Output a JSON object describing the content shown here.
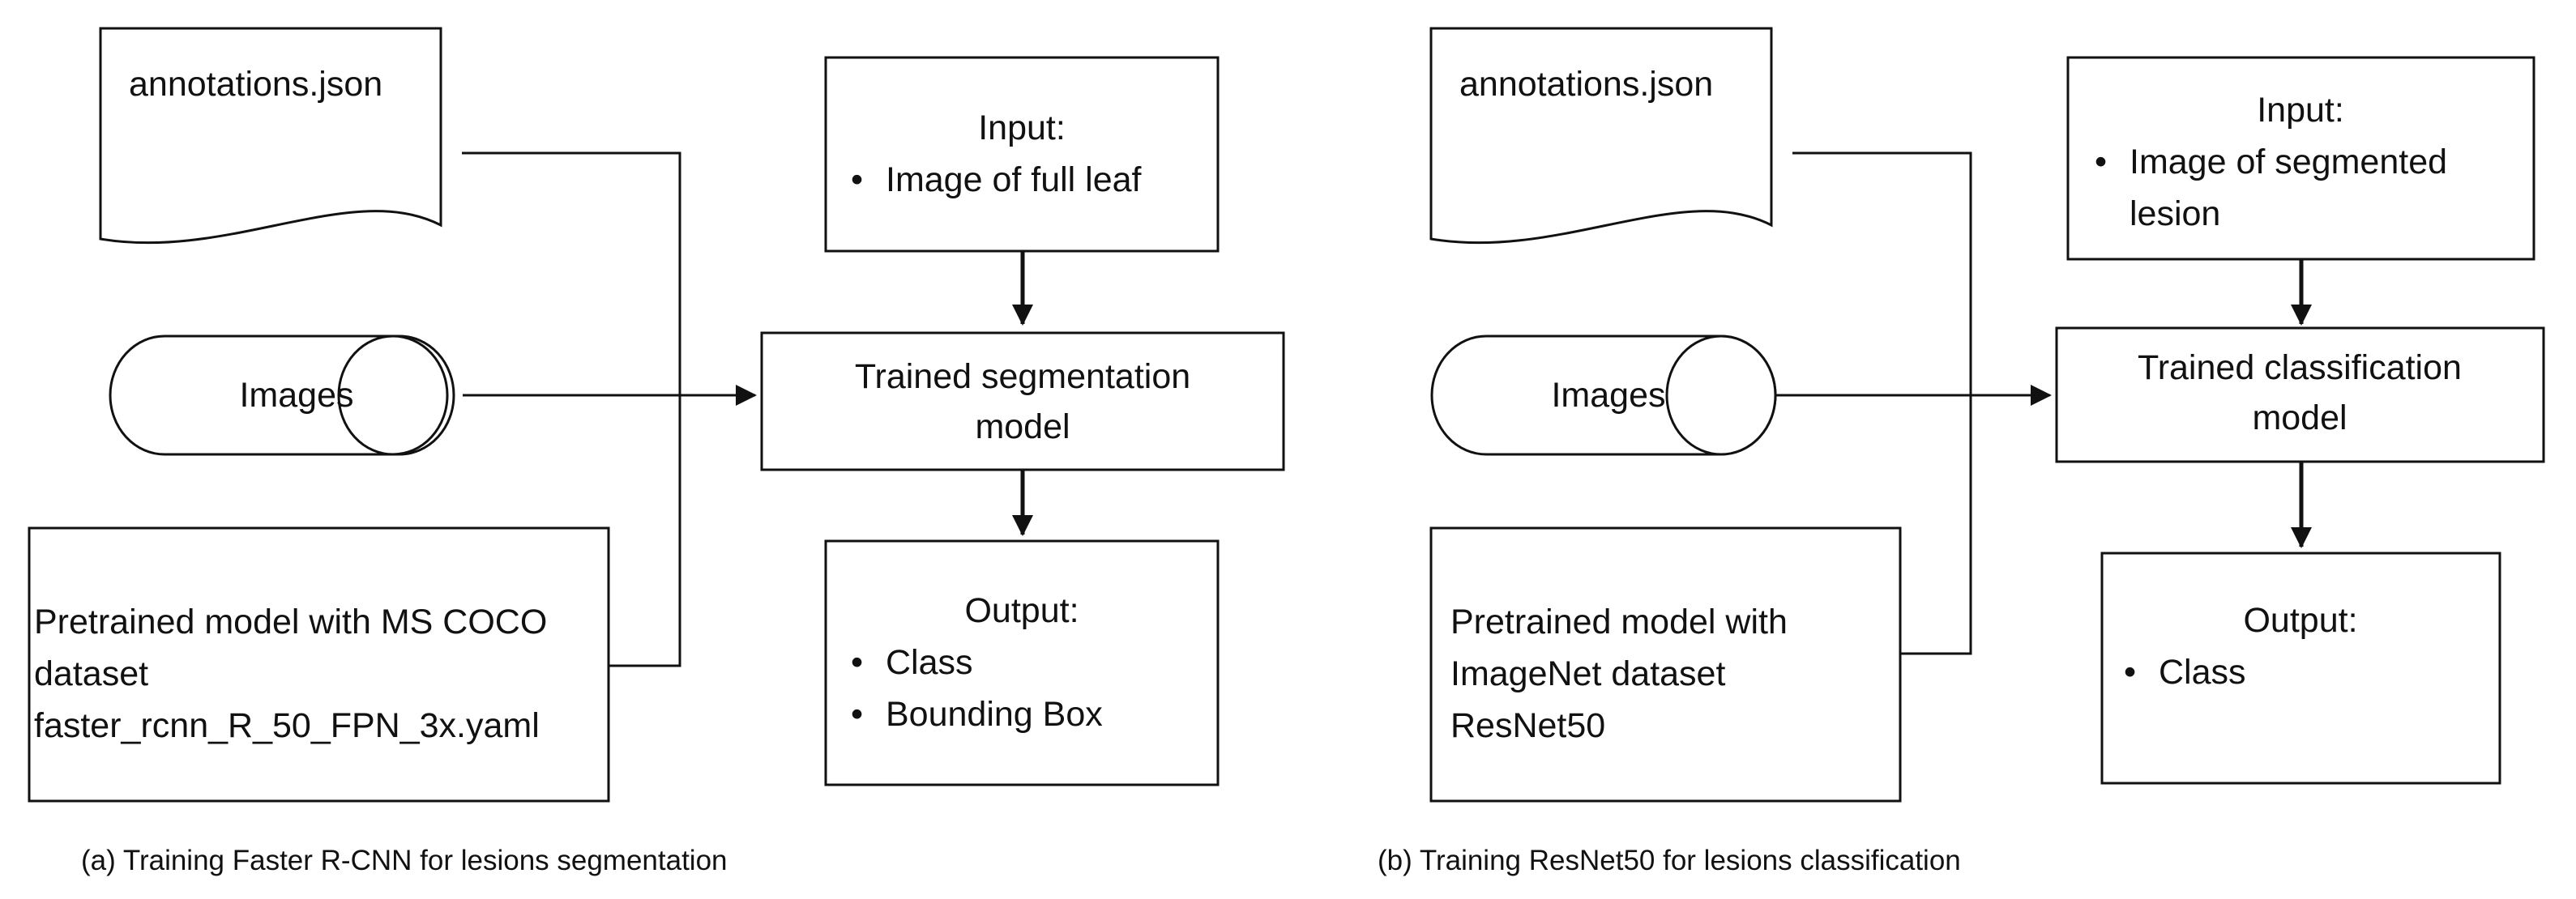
{
  "panel_a": {
    "annotations_doc": "annotations.json",
    "images_store": "Images",
    "pretrained": {
      "line1": "Pretrained model with MS COCO",
      "line2": "dataset",
      "line3": "faster_rcnn_R_50_FPN_3x.yaml"
    },
    "input": {
      "title": "Input:",
      "items": [
        "Image of full leaf"
      ]
    },
    "model": {
      "line1": "Trained segmentation",
      "line2": "model"
    },
    "output": {
      "title": "Output:",
      "items": [
        "Class",
        "Bounding Box"
      ]
    },
    "caption": "(a) Training Faster R-CNN for lesions segmentation"
  },
  "panel_b": {
    "annotations_doc": "annotations.json",
    "images_store": "Images",
    "pretrained": {
      "line1": "Pretrained model with",
      "line2": "ImageNet dataset",
      "line3": "ResNet50"
    },
    "input": {
      "title": "Input:",
      "items": [
        "Image of segmented",
        "lesion"
      ]
    },
    "model": {
      "line1": "Trained classification",
      "line2": "model"
    },
    "output": {
      "title": "Output:",
      "items": [
        "Class"
      ]
    },
    "caption": "(b) Training ResNet50 for lesions classification"
  },
  "bullet": "•",
  "colors": {
    "stroke": "#111111",
    "background": "#ffffff"
  }
}
